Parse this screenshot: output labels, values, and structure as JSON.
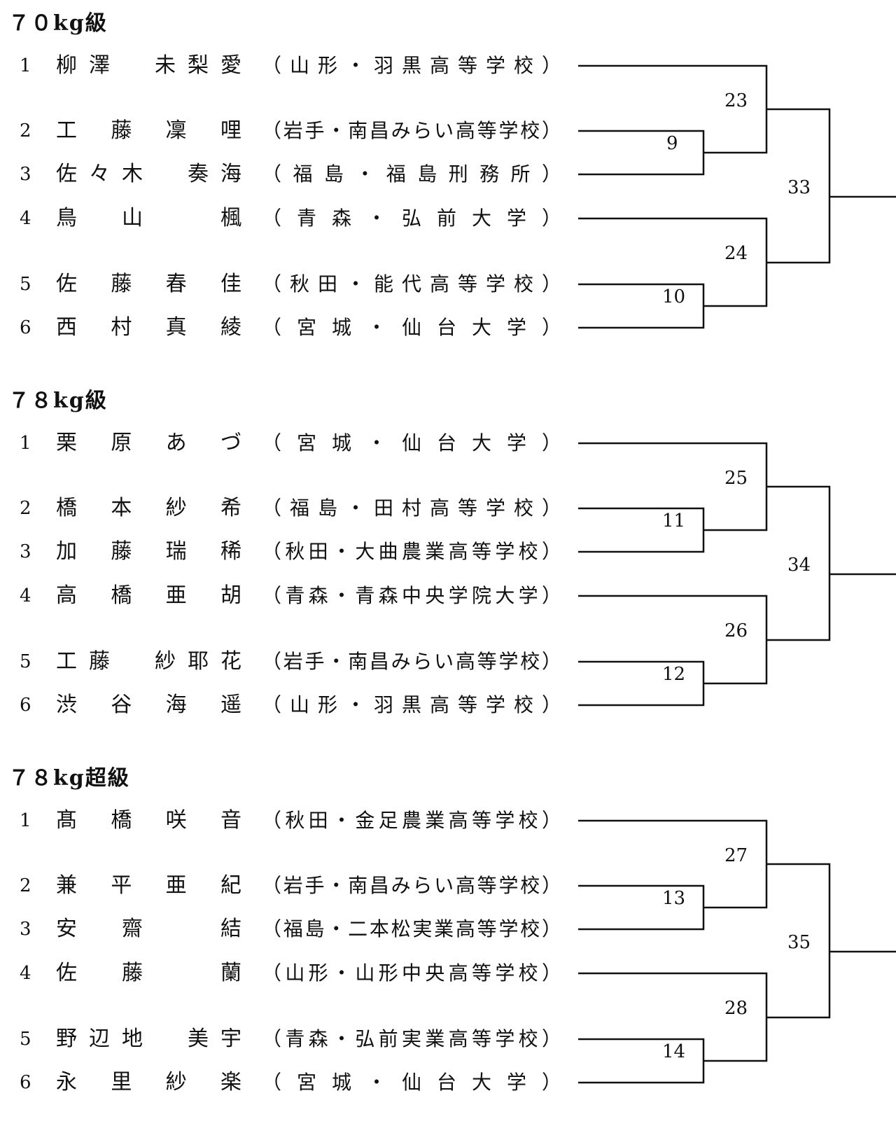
{
  "divisions": [
    {
      "title": "７０kg級",
      "players": [
        {
          "seed": "1",
          "name": "柳澤　未梨愛",
          "affiliation": "（山形・羽黒高等学校）"
        },
        {
          "seed": "2",
          "name": "工　藤　凜　哩",
          "affiliation": "（岩手・南昌みらい高等学校）"
        },
        {
          "seed": "3",
          "name": "佐々木　奏海",
          "affiliation": "（福島・福島刑務所）"
        },
        {
          "seed": "4",
          "name": "鳥　山　　楓",
          "affiliation": "（青森・弘前大学）"
        },
        {
          "seed": "5",
          "name": "佐　藤　春　佳",
          "affiliation": "（秋田・能代高等学校）"
        },
        {
          "seed": "6",
          "name": "西　村　真　綾",
          "affiliation": "（宮城・仙台大学）"
        }
      ],
      "matches": {
        "m2_3": "9",
        "m5_6": "10",
        "top": "23",
        "bottom": "24",
        "final": "33"
      }
    },
    {
      "title": "７８kg級",
      "players": [
        {
          "seed": "1",
          "name": "栗　原　あ　づ",
          "affiliation": "（宮城・仙台大学）"
        },
        {
          "seed": "2",
          "name": "橋　本　紗　希",
          "affiliation": "（福島・田村高等学校）"
        },
        {
          "seed": "3",
          "name": "加　藤　瑞　稀",
          "affiliation": "（秋田・大曲農業高等学校）"
        },
        {
          "seed": "4",
          "name": "高　橋　亜　胡",
          "affiliation": "（青森・青森中央学院大学）"
        },
        {
          "seed": "5",
          "name": "工藤　紗耶花",
          "affiliation": "（岩手・南昌みらい高等学校）"
        },
        {
          "seed": "6",
          "name": "渋　谷　海　遥",
          "affiliation": "（山形・羽黒高等学校）"
        }
      ],
      "matches": {
        "m2_3": "11",
        "m5_6": "12",
        "top": "25",
        "bottom": "26",
        "final": "34"
      }
    },
    {
      "title": "７８kg超級",
      "players": [
        {
          "seed": "1",
          "name": "髙　橋　咲　音",
          "affiliation": "（秋田・金足農業高等学校）"
        },
        {
          "seed": "2",
          "name": "兼　平　亜　紀",
          "affiliation": "（岩手・南昌みらい高等学校）"
        },
        {
          "seed": "3",
          "name": "安　齋　　結",
          "affiliation": "（福島・二本松実業高等学校）"
        },
        {
          "seed": "4",
          "name": "佐　藤　　蘭",
          "affiliation": "（山形・山形中央高等学校）"
        },
        {
          "seed": "5",
          "name": "野辺地　美宇",
          "affiliation": "（青森・弘前実業高等学校）"
        },
        {
          "seed": "6",
          "name": "永　里　紗　楽",
          "affiliation": "（宮城・仙台大学）"
        }
      ],
      "matches": {
        "m2_3": "13",
        "m5_6": "14",
        "top": "27",
        "bottom": "28",
        "final": "35"
      }
    }
  ]
}
